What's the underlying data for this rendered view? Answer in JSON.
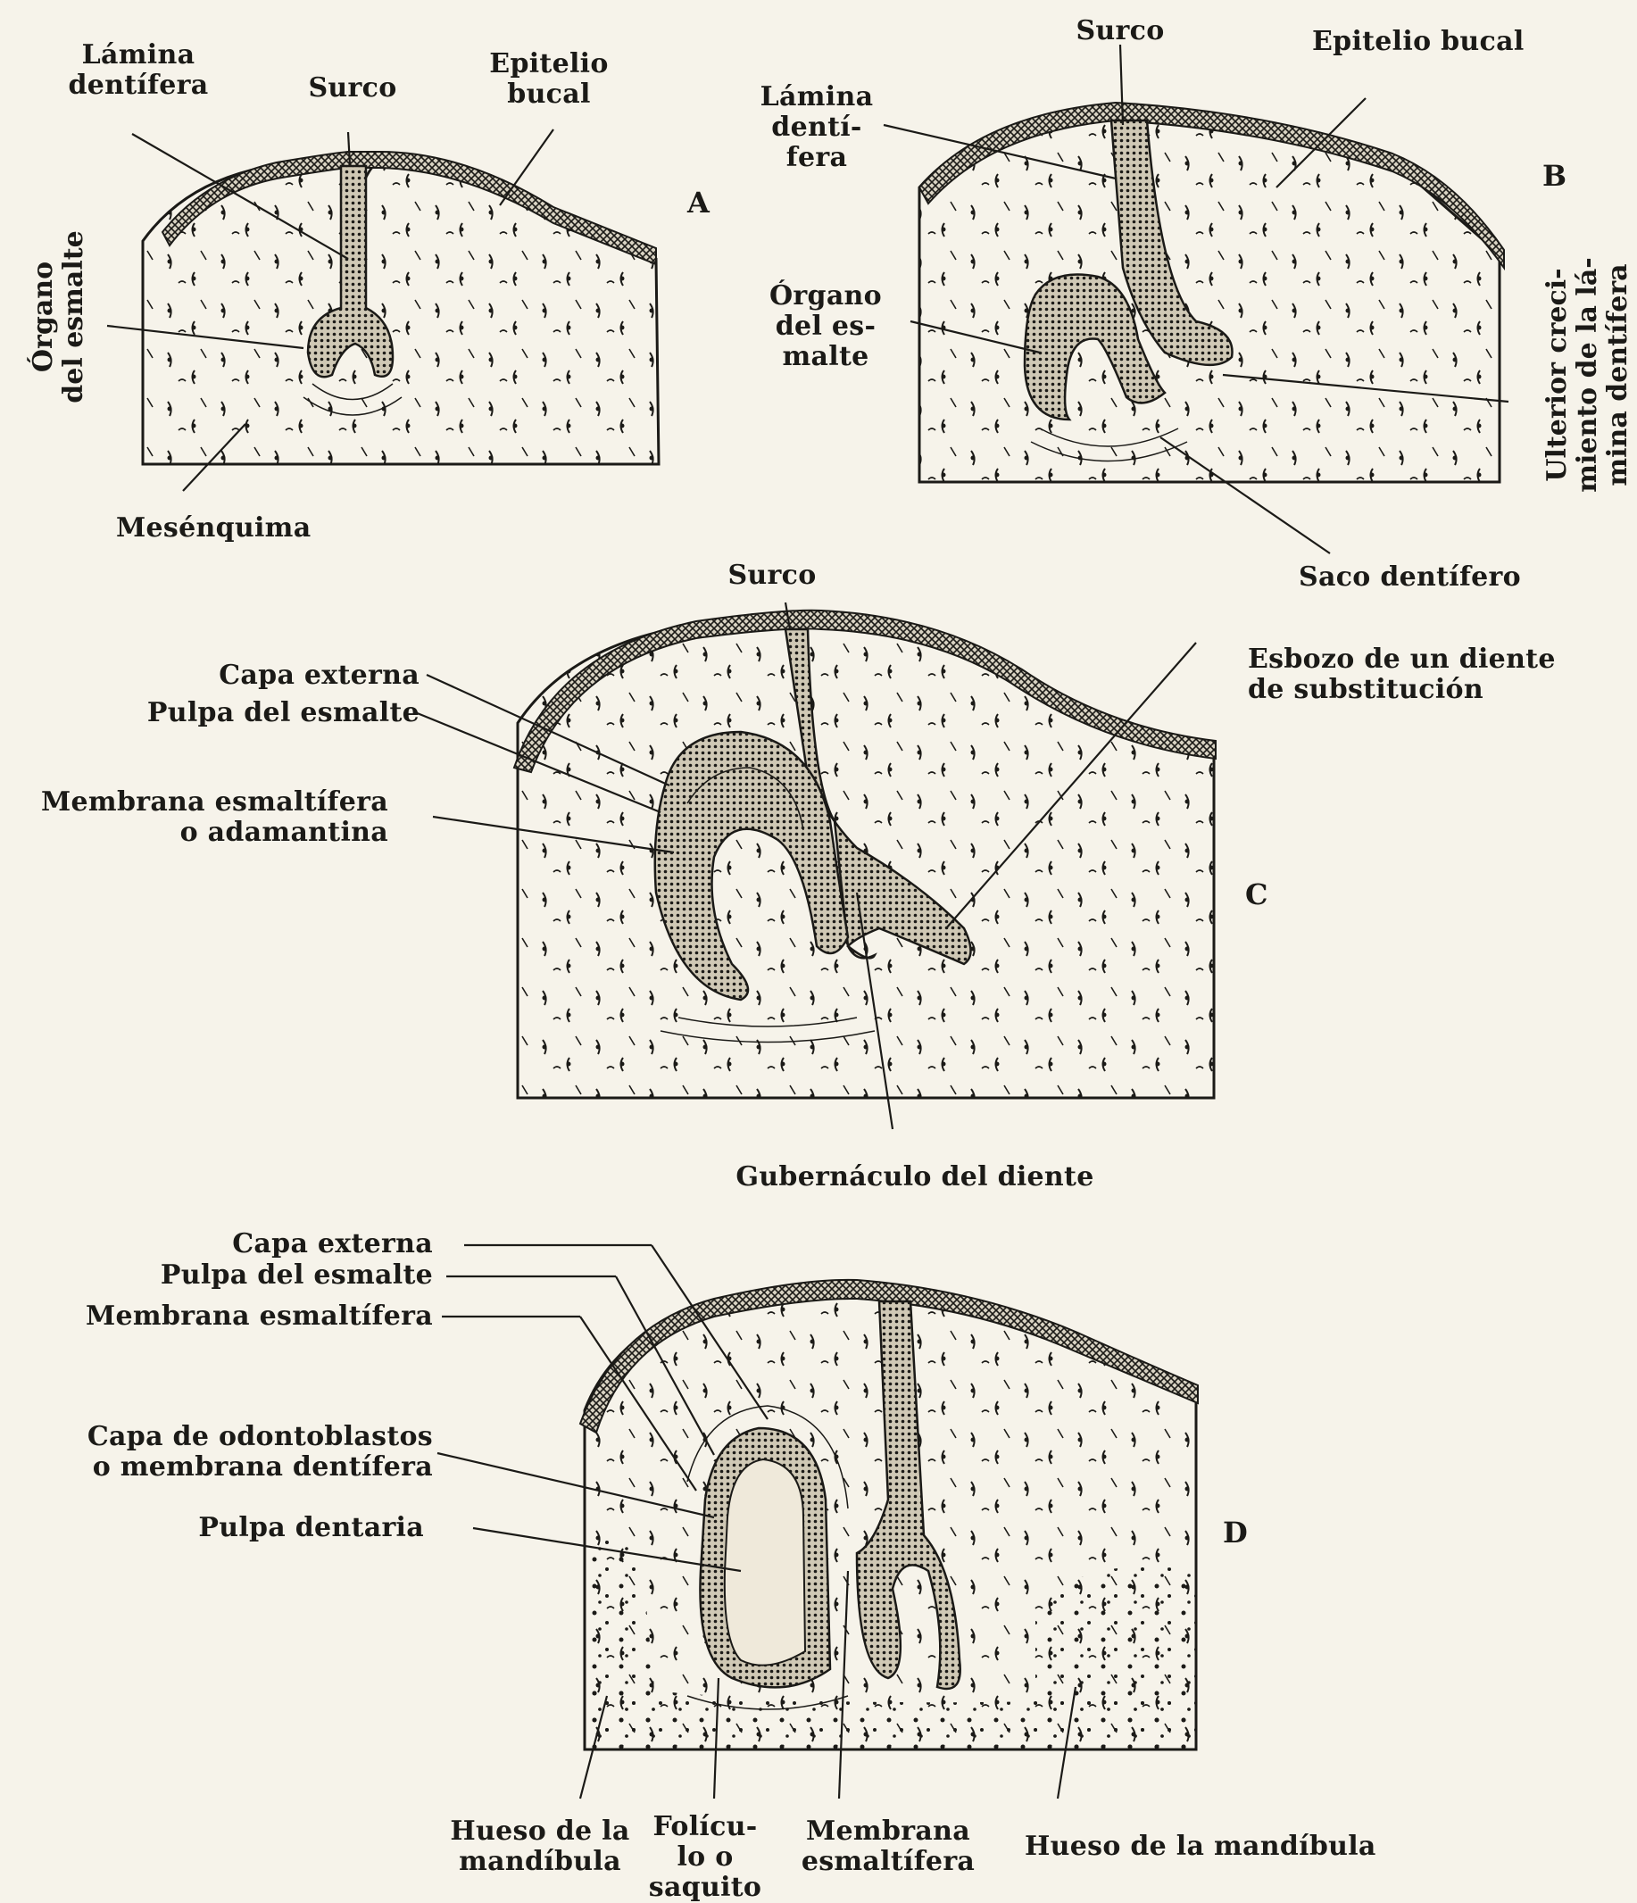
{
  "panels": {
    "A": {
      "letter": "A",
      "lamina": "Lámina\ndentífera",
      "surco": "Surco",
      "epitelio": "Epitelio\nbucal",
      "organo": "Órgano\ndel esmalte",
      "mesenquima": "Mesénquima"
    },
    "B": {
      "letter": "B",
      "surco": "Surco",
      "epitelio": "Epitelio bucal",
      "lamina": "Lámina\ndentí-\nfera",
      "organo": "Órgano\ndel es-\nmalte",
      "crecimiento": "Ulterior creci-\nmiento de la lá-\nmina dentífera",
      "saco": "Saco dentífero"
    },
    "C": {
      "letter": "C",
      "surco": "Surco",
      "esbozo": "Esbozo de un diente\nde substitución",
      "capa_externa": "Capa externa",
      "pulpa_esmalte": "Pulpa del esmalte",
      "membrana": "Membrana esmaltífera\no adamantina",
      "gubernaculo": "Gubernáculo del diente"
    },
    "D": {
      "letter": "D",
      "capa_externa": "Capa externa",
      "pulpa_esmalte": "Pulpa del esmalte",
      "membrana": "Membrana esmaltífera",
      "odontoblastos": "Capa de odontoblastos\no membrana dentífera",
      "pulpa_dentaria": "Pulpa dentaria",
      "hueso_left": "Hueso de la\nmandíbula",
      "foliculo": "Folícu-\nlo o\nsaquito",
      "membrana_bottom": "Membrana\nesmaltífera",
      "hueso_right": "Hueso de la mandíbula"
    }
  }
}
